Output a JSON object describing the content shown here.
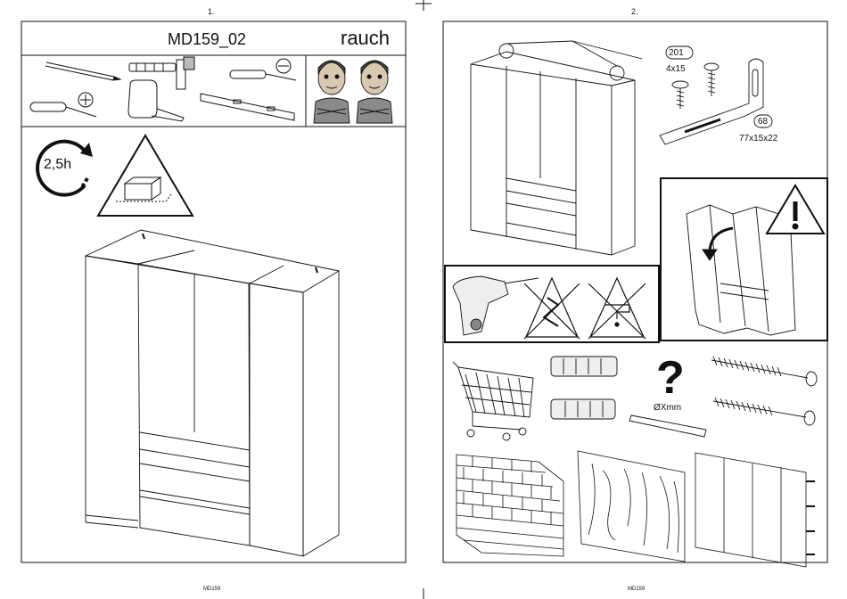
{
  "page_left": {
    "page_number": "1.",
    "title": "MD159_02",
    "brand": "rauch",
    "assembly_time": "2,5h",
    "footer": "MD159"
  },
  "page_right": {
    "page_number": "2.",
    "part_a": {
      "code": "201",
      "size": "4x15"
    },
    "part_b": {
      "code": "68",
      "size": "77x15x22"
    },
    "question_mark": "?",
    "drill_size": "ØXmm",
    "footer": "MD159"
  },
  "colors": {
    "line": "#111111",
    "panel_border": "#000000"
  }
}
